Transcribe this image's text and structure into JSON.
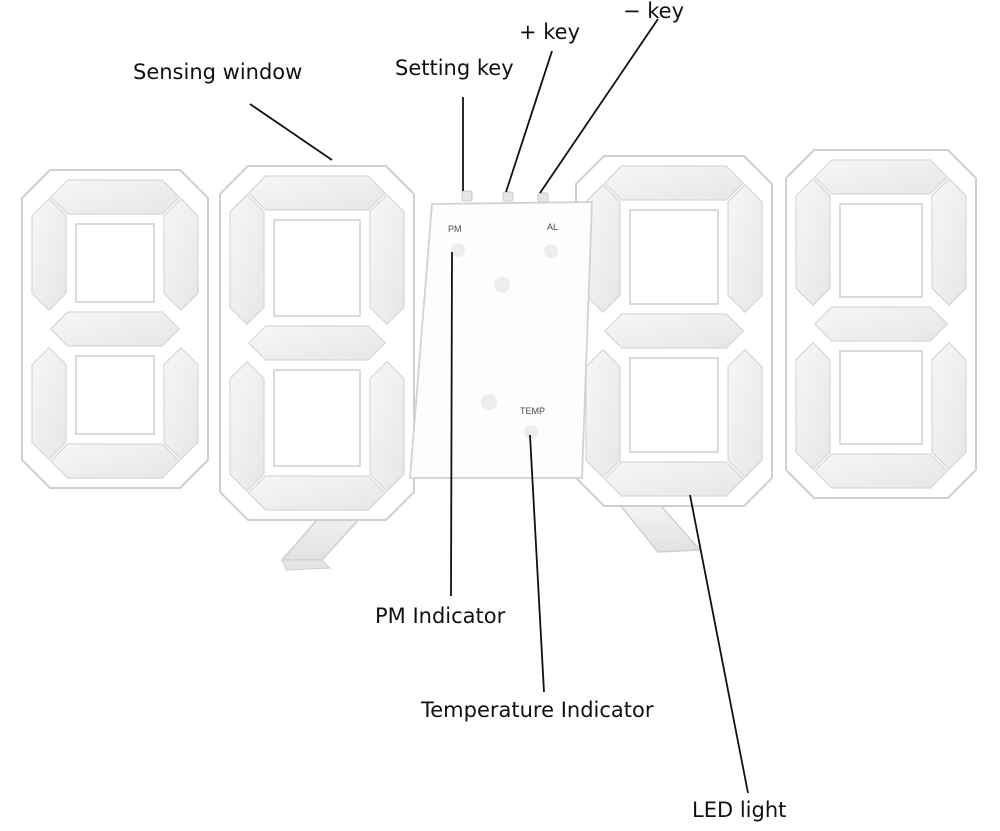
{
  "callouts": {
    "sensing_window": "Sensing window",
    "setting_key": "Setting key",
    "plus_key": "+ key",
    "minus_key": "− key",
    "pm_indicator": "PM Indicator",
    "temperature_indicator": "Temperature Indicator",
    "led_light": "LED light"
  },
  "panel_labels": {
    "pm": "PM",
    "al": "AL",
    "temp": "TEMP"
  },
  "colors": {
    "body": "#ffffff",
    "segment_shade": "#ececec",
    "outline": "#cfcfcf",
    "leader": "#111111"
  }
}
